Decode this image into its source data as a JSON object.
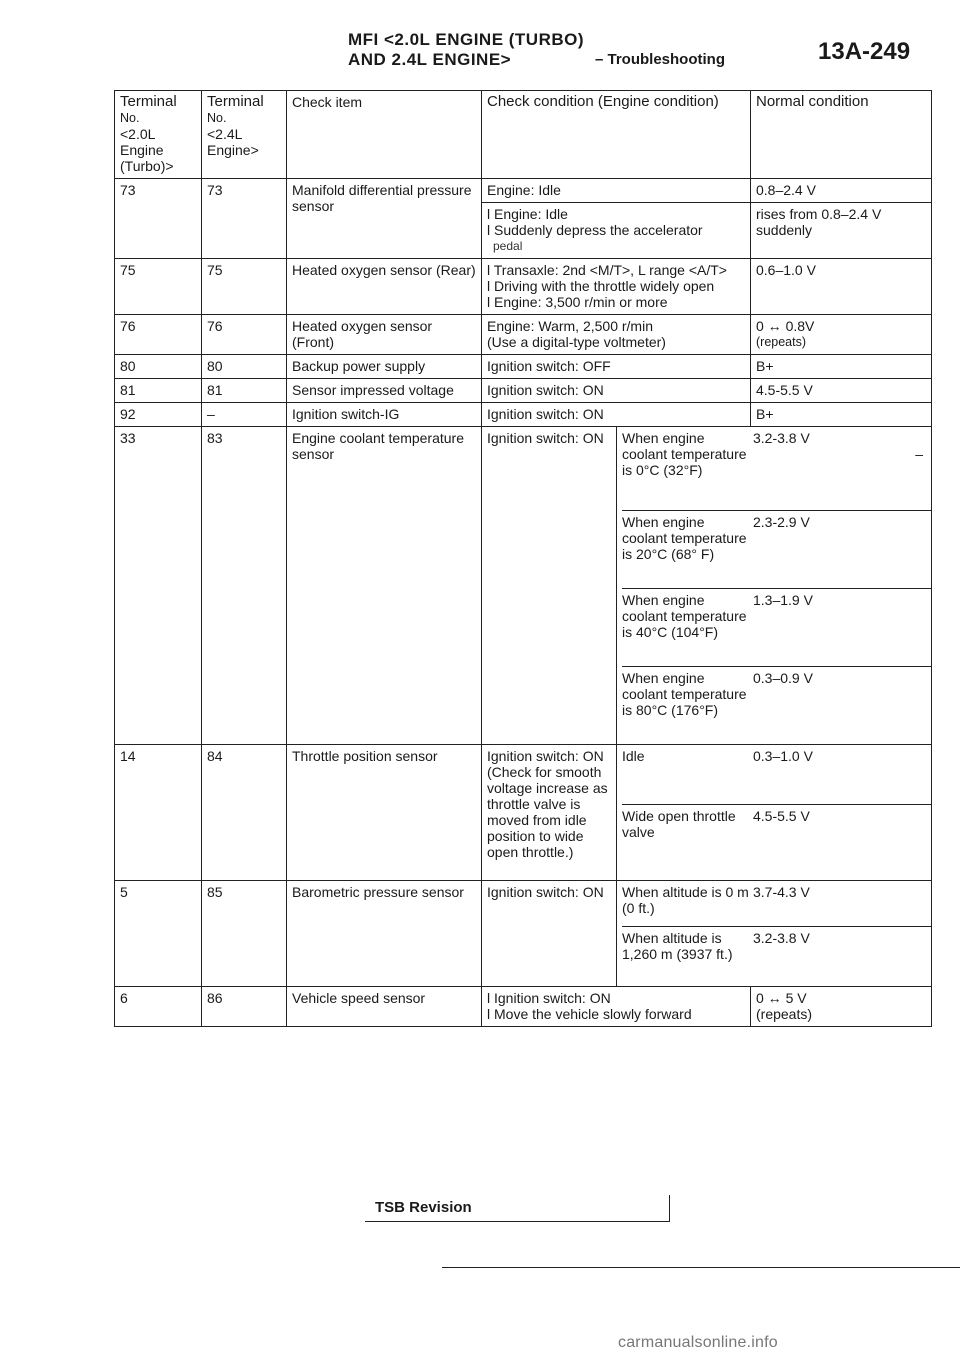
{
  "header": {
    "line1": "MFI <2.0L ENGINE (TURBO)",
    "line2": "AND 2.4L ENGINE>",
    "section": "– Troubleshooting",
    "page_number": "13A-249"
  },
  "table": {
    "col_headers": {
      "terminal_a": [
        "Terminal",
        "No.",
        "<2.0L",
        "Engine",
        "(Turbo)>"
      ],
      "terminal_b": [
        "Terminal",
        "No.",
        "<2.4L",
        "Engine>"
      ],
      "check_item": "Check item",
      "check_condition": "Check condition (Engine condition)",
      "normal_condition": "Normal condition"
    },
    "rows": {
      "r73": {
        "a": "73",
        "b": "73",
        "item": "Manifold differential pressure sensor",
        "c1": "Engine: Idle",
        "n1": "0.8–2.4 V",
        "c2a": "Engine: Idle",
        "c2b": "Suddenly depress the accelerator",
        "c2c": "pedal",
        "n2": "rises from 0.8–2.4 V suddenly"
      },
      "r75": {
        "a": "75",
        "b": "75",
        "item": "Heated oxygen sensor (Rear)",
        "c1": "Transaxle: 2nd <M/T>, L range <A/T>",
        "c2": "Driving with the throttle widely open",
        "c3": "Engine: 3,500 r/min or more",
        "n": "0.6–1.0 V"
      },
      "r76": {
        "a": "76",
        "b": "76",
        "item": "Heated oxygen sensor (Front)",
        "c1": "Engine: Warm, 2,500 r/min",
        "c2": "(Use a digital-type voltmeter)",
        "n1": "0 ↔ 0.8V",
        "n2": "(repeats)"
      },
      "r80": {
        "a": "80",
        "b": "80",
        "item": "Backup power supply",
        "c": "Ignition switch: OFF",
        "n": "B+"
      },
      "r81": {
        "a": "81",
        "b": "81",
        "item": "Sensor impressed voltage",
        "c": "Ignition switch: ON",
        "n": "4.5-5.5 V"
      },
      "r82": {
        "a": "92",
        "b": "–",
        "item": "Ignition switch-IG",
        "c": "Ignition switch: ON",
        "n": "B+"
      },
      "r83": {
        "a": "33",
        "b": "83",
        "item": "Engine coolant temperature sensor",
        "c": "Ignition switch: ON",
        "sub": [
          {
            "cond": "When engine coolant temperature is 0°C (32°F)",
            "n": "3.2-3.8 V"
          },
          {
            "cond": "When engine coolant temperature is 20°C (68° F)",
            "n": "2.3-2.9 V"
          },
          {
            "cond": "When engine coolant temperature is 40°C (104°F)",
            "n": "1.3–1.9 V"
          },
          {
            "cond": "When engine coolant temperature is 80°C (176°F)",
            "n": "0.3–0.9 V"
          }
        ],
        "dash": "–"
      },
      "r84": {
        "a": "14",
        "b": "84",
        "item": "Throttle position sensor",
        "c": "Ignition switch: ON (Check for smooth voltage increase as throttle valve is moved from idle position to wide open throttle.)",
        "sub": [
          {
            "cond": "Idle",
            "n": "0.3–1.0 V"
          },
          {
            "cond": "Wide open throttle valve",
            "n": "4.5-5.5 V"
          }
        ]
      },
      "r85": {
        "a": "5",
        "b": "85",
        "item": "Barometric pressure sensor",
        "c": "Ignition switch: ON",
        "sub": [
          {
            "cond": "When altitude is 0 m (0 ft.)",
            "n": "3.7-4.3 V"
          },
          {
            "cond": "When altitude is 1,260 m (3937 ft.)",
            "n": "3.2-3.8 V"
          }
        ]
      },
      "r86": {
        "a": "6",
        "b": "86",
        "item": "Vehicle speed sensor",
        "c1": "Ignition switch: ON",
        "c2": "Move the vehicle slowly forward",
        "n1": "0 ↔ 5 V",
        "n2": "(repeats)"
      }
    }
  },
  "footer": {
    "revision": "TSB Revision"
  },
  "watermark": "carmanualsonline.info"
}
